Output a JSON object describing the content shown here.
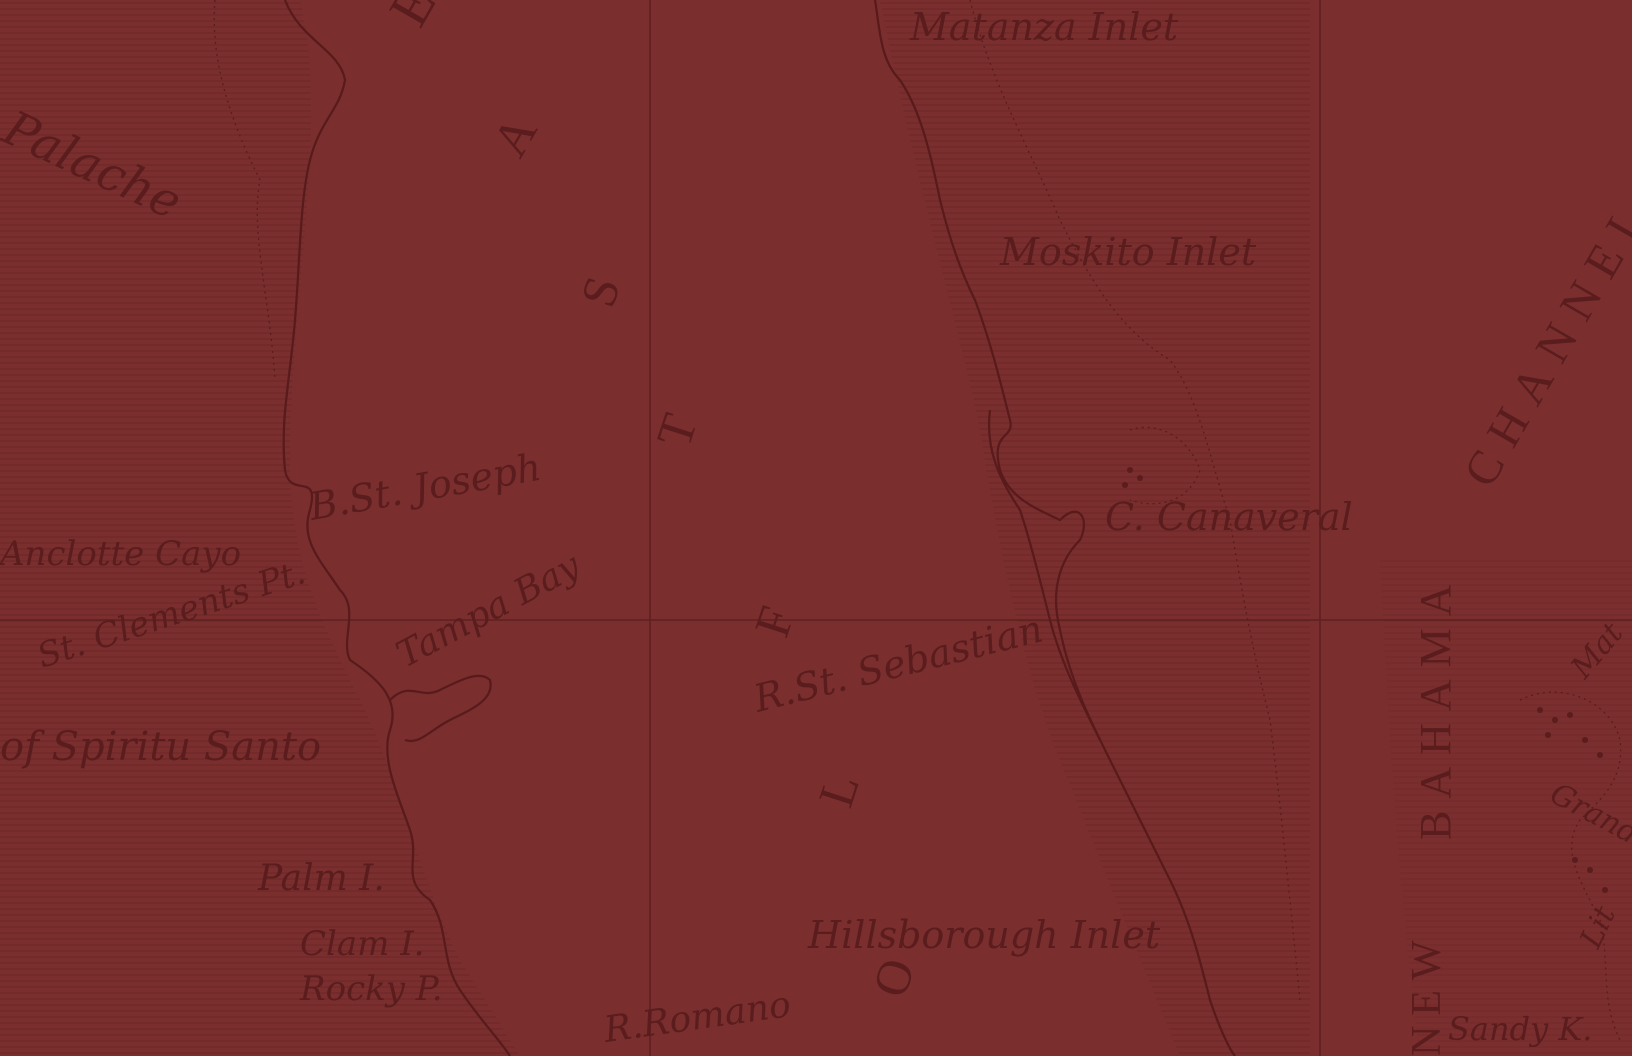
{
  "map": {
    "background_color": "#7a2e2e",
    "ink_color": "#5a1c1c",
    "labels": {
      "matanza_inlet": "Matanza Inlet",
      "moskito_inlet": "Moskito Inlet",
      "palache": "Palache",
      "b_st_joseph": "B.St. Joseph",
      "anclotte_cayo": "Anclotte Cayo",
      "st_clements": "St. Clements Pt.",
      "tampa_bay": "Tampa Bay",
      "spiritu_santo": "of Spiritu Santo",
      "r_st_sebastian": "R.St. Sebastian",
      "c_canaveral": "C. Canaveral",
      "palm_i": "Palm I.",
      "clam_i": "Clam I.",
      "rocky_p": "Rocky P.",
      "hillsborough_inlet": "Hillsborough Inlet",
      "r_romano": "R.Romano",
      "sandy_k": "Sandy K.",
      "grand": "Grand",
      "mat": "Mat",
      "lit": "Lit"
    },
    "region_letters": {
      "east_florida": [
        "E",
        "A",
        "S",
        "T",
        "F",
        "L",
        "O"
      ],
      "channel": "CHANNEL",
      "bahama": "BAHAMA",
      "new": "NEW"
    }
  }
}
